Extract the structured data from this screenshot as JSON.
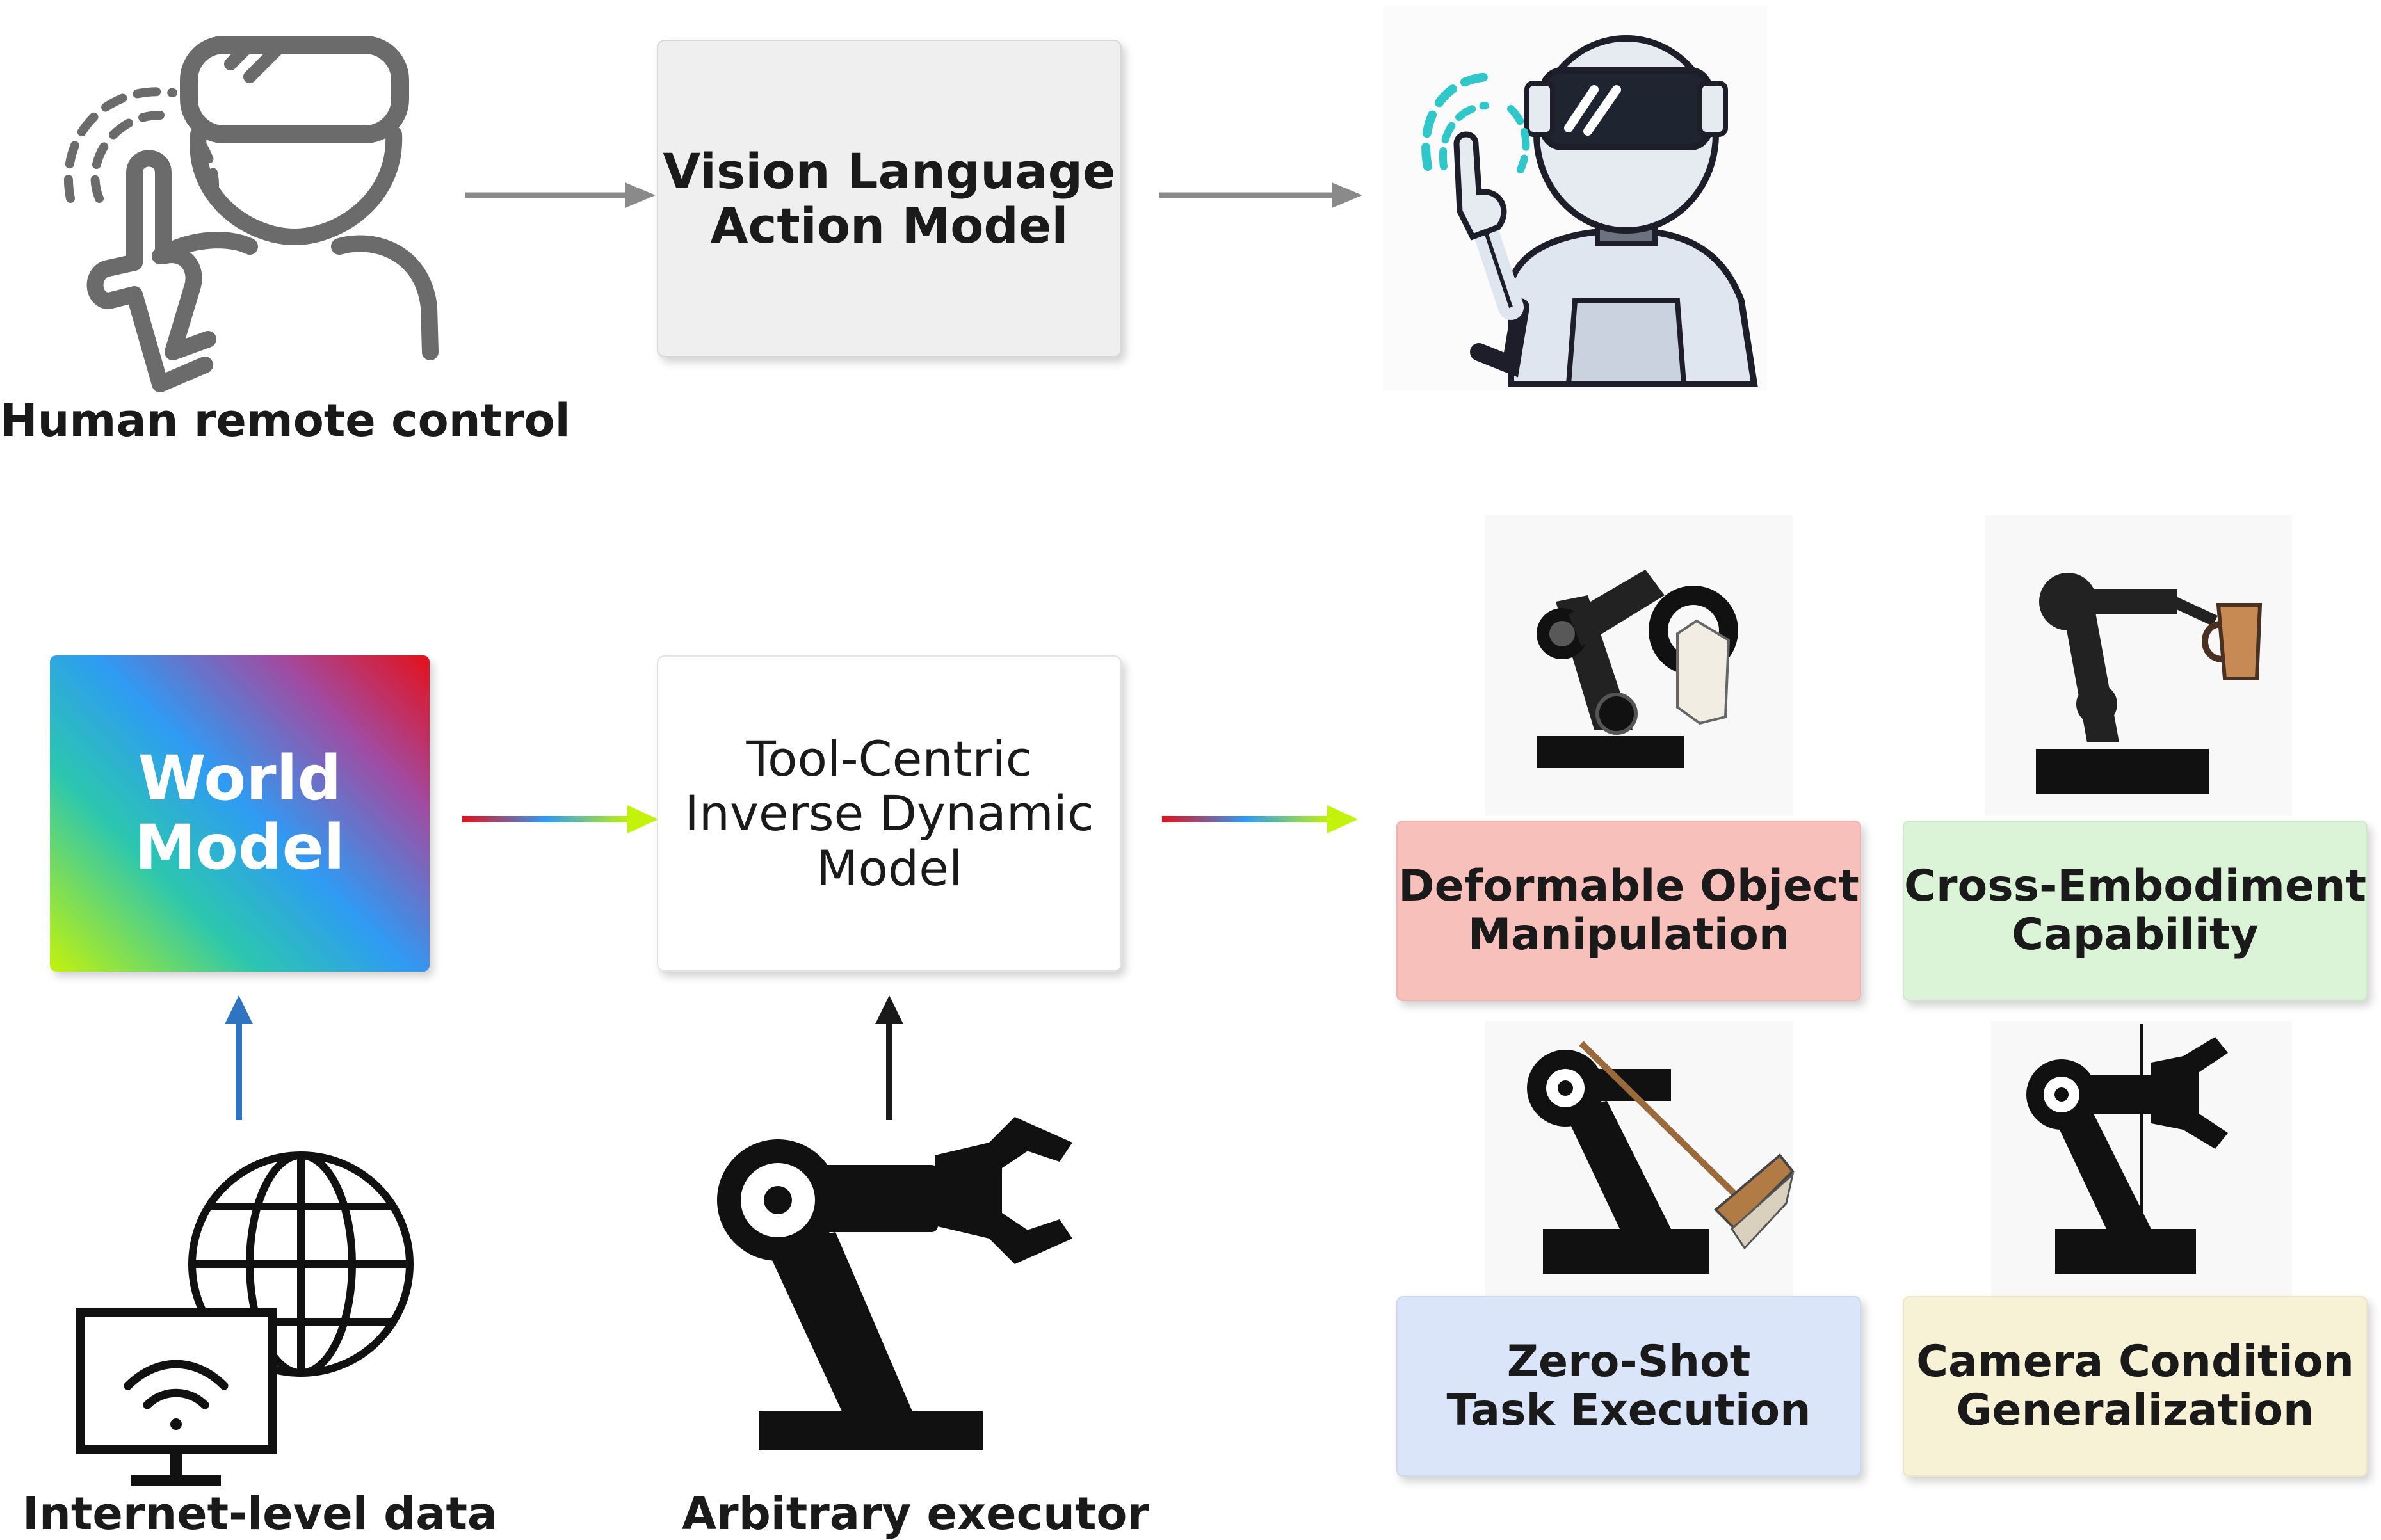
{
  "top_row": {
    "human_label": "Human remote control",
    "vla_box": {
      "line1": "Vision Language",
      "line2": "Action Model"
    }
  },
  "bottom_row": {
    "world_model": {
      "line1": "World",
      "line2": "Model"
    },
    "idm_box": {
      "line1": "Tool-Centric",
      "line2": "Inverse Dynamic",
      "line3": "Model"
    },
    "internet_label": "Internet-level data",
    "executor_label": "Arbitrary executor"
  },
  "capabilities": [
    {
      "line1": "Deformable Object",
      "line2": "Manipulation"
    },
    {
      "line1": "Cross-Embodiment",
      "line2": "Capability"
    },
    {
      "line1": "Zero-Shot",
      "line2": "Task Execution"
    },
    {
      "line1": "Camera Condition",
      "line2": "Generalization"
    }
  ],
  "icons": [
    "vr-human-icon",
    "vr-robot-icon",
    "globe-icon",
    "monitor-wifi-icon",
    "robot-arm-icon",
    "robot-arm-towel-icon",
    "robot-arm-cup-icon",
    "robot-arm-broom-icon",
    "robot-arm-gripper-icon"
  ],
  "colors": {
    "arrow_gray": "#8a8a8a",
    "arrow_blue": "#2f74c0",
    "arrow_dark": "#1a1a1a",
    "gradient_start": "#e5101a",
    "gradient_end": "#c3f20b",
    "cap_red": "#f7c0bb",
    "cap_green": "#dbf3d6",
    "cap_blue": "#dbe5fa",
    "cap_yellow": "#f7f2d6"
  }
}
